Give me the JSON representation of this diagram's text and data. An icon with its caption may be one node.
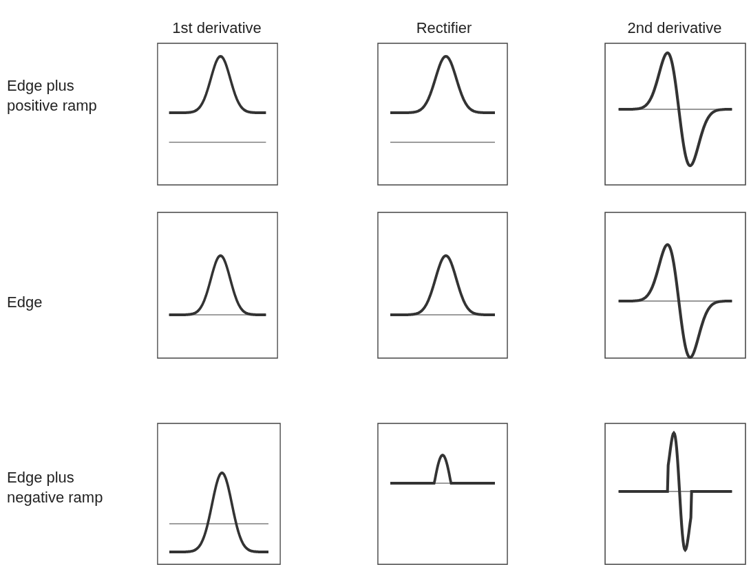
{
  "diagram": {
    "labels": [
      "1st derivative",
      "Rectifier",
      "2nd derivative",
      "Edge plus positive ramp",
      "Edge",
      "Edge plus negative ramp"
    ]
  }
}
